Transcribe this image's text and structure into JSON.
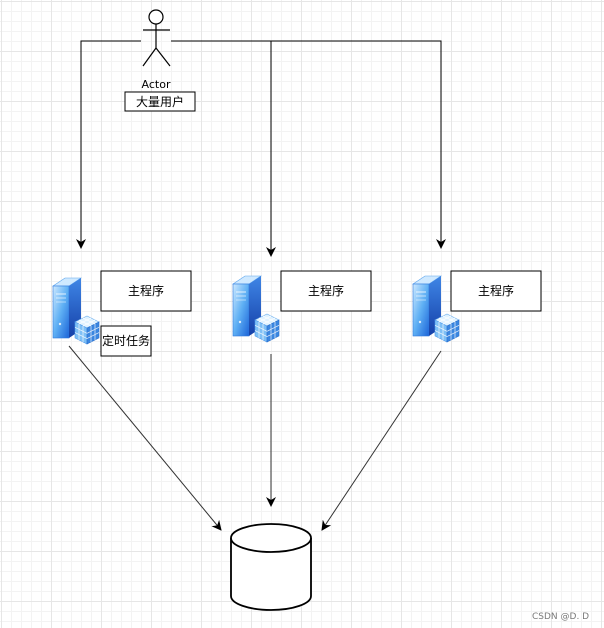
{
  "actor": {
    "label": "Actor",
    "role_label": "大量用户"
  },
  "servers": [
    {
      "program_label": "主程序",
      "task_label": "定时任务"
    },
    {
      "program_label": "主程序"
    },
    {
      "program_label": "主程序"
    }
  ],
  "watermark": "CSDN @D. D",
  "colors": {
    "line": "#000000",
    "server_light": "#a8d8ff",
    "server_dark": "#1c64d8",
    "cube_light": "#cfeafe",
    "cube_dark": "#3a8be8"
  }
}
